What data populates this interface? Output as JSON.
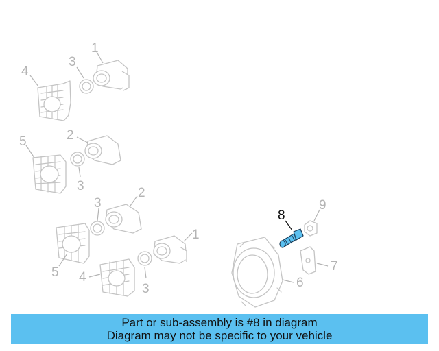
{
  "callouts": {
    "c1a": "1",
    "c3a": "3",
    "c4a": "4",
    "c2a": "2",
    "c5a": "5",
    "c3b": "3",
    "c3c": "3",
    "c2b": "2",
    "c5b": "5",
    "c1b": "1",
    "c4b": "4",
    "c3d": "3",
    "c8": "8",
    "c9": "9",
    "c7": "7",
    "c6": "6"
  },
  "highlight_part": "8",
  "colors": {
    "banner_bg": "#5bc0f0",
    "highlight_fill": "#5bc0f0",
    "outline": "#c4c4c4"
  },
  "banner": {
    "line1": "Part or sub-assembly is #8 in diagram",
    "line2": "Diagram may not be specific to your vehicle"
  }
}
